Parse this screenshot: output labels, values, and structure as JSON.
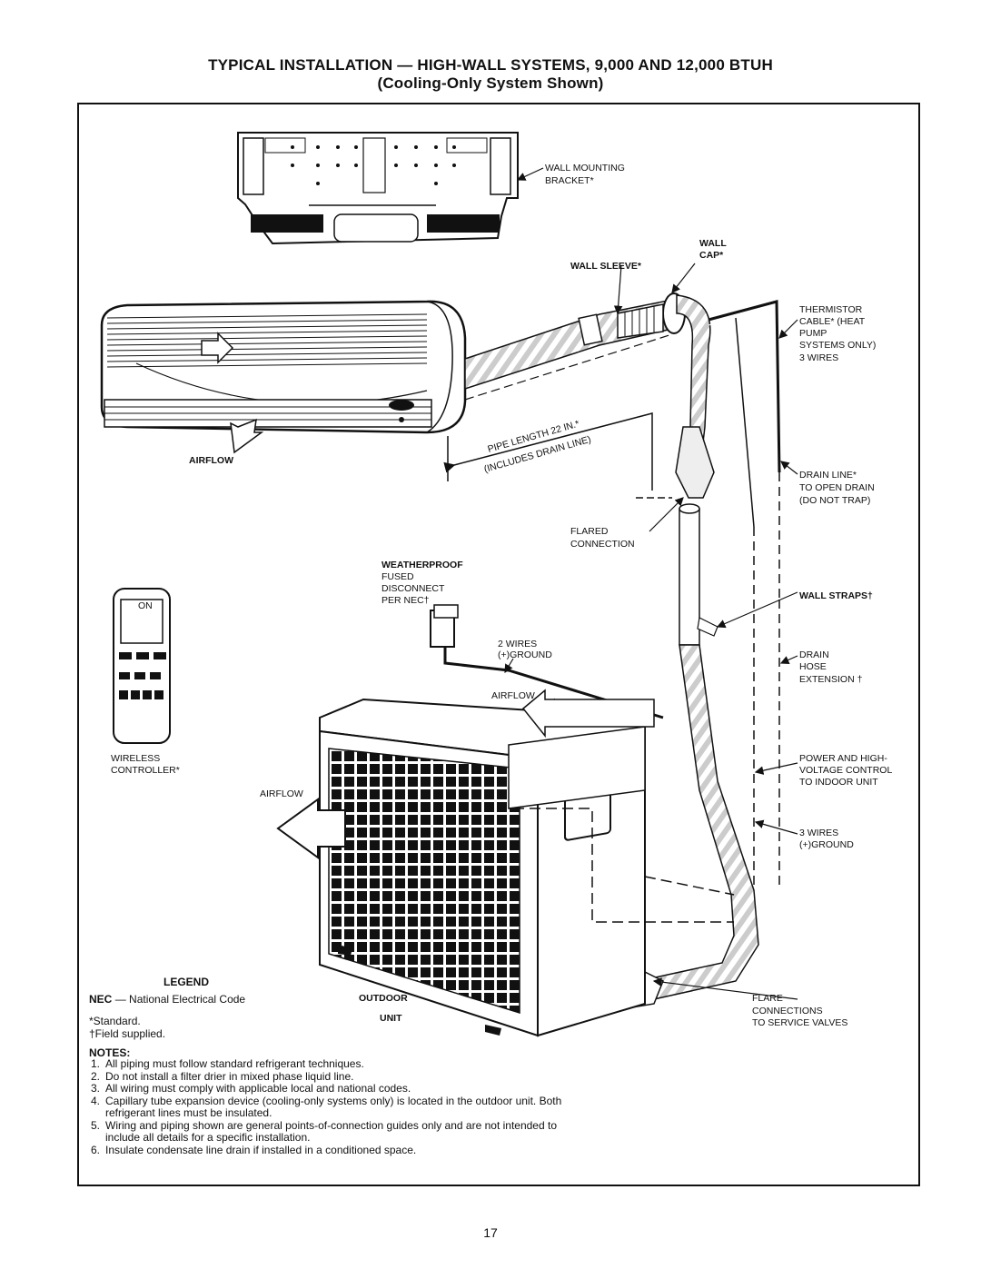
{
  "title": {
    "line1": "TYPICAL INSTALLATION — HIGH-WALL SYSTEMS, 9,000 AND 12,000 BTUH",
    "line2": "(Cooling-Only System Shown)"
  },
  "labels": {
    "wall_mounting_bracket": [
      "WALL MOUNTING",
      "BRACKET*"
    ],
    "wall_cap": [
      "WALL",
      "CAP*"
    ],
    "wall_sleeve": "WALL SLEEVE*",
    "thermistor": [
      "THERMISTOR",
      "CABLE* (HEAT",
      "PUMP",
      "SYSTEMS ONLY)",
      "3 WIRES"
    ],
    "airflow_indoor": "AIRFLOW",
    "pipe_length": [
      "PIPE LENGTH 22 IN.*",
      "(INCLUDES DRAIN LINE)"
    ],
    "drain_line": [
      "DRAIN LINE*",
      "TO OPEN DRAIN",
      "(DO NOT TRAP)"
    ],
    "flared_connection": [
      "FLARED",
      "CONNECTION"
    ],
    "disconnect": [
      "WEATHERPROOF",
      "FUSED",
      "DISCONNECT",
      "PER NEC†"
    ],
    "wall_straps": "WALL STRAPS†",
    "two_wires": [
      "2 WIRES",
      "(+)GROUND"
    ],
    "drain_hose": [
      "DRAIN",
      "HOSE",
      "EXTENSION †"
    ],
    "airflow_top": "AIRFLOW",
    "wireless_controller": [
      "WIRELESS",
      "CONTROLLER*"
    ],
    "power": [
      "POWER AND HIGH-",
      "VOLTAGE CONTROL",
      "TO INDOOR UNIT"
    ],
    "airflow_side": "AIRFLOW",
    "three_wires": [
      "3 WIRES",
      "(+)GROUND"
    ],
    "outdoor_unit": [
      "OUTDOOR",
      "UNIT"
    ],
    "flare_connections": [
      "FLARE",
      "CONNECTIONS",
      "TO SERVICE VALVES"
    ],
    "remote_on": "ON"
  },
  "legend": {
    "heading": "LEGEND",
    "abbr": "NEC",
    "dash": "—",
    "definition": "National Electrical Code",
    "standard": "*Standard.",
    "field": "†Field supplied."
  },
  "notes": {
    "heading": "NOTES:",
    "items": [
      {
        "num": "1.",
        "text": "All piping must follow standard refrigerant techniques."
      },
      {
        "num": "2.",
        "text": "Do not install a filter drier in mixed phase liquid line."
      },
      {
        "num": "3.",
        "text": "All wiring must comply with applicable local and national codes."
      },
      {
        "num": "4.",
        "text": "Capillary tube expansion device (cooling-only systems only) is located in the outdoor unit. Both refrigerant lines must be insulated."
      },
      {
        "num": "5.",
        "text": "Wiring and piping shown are general points-of-connection guides only and are not intended to include all details for a specific installation."
      },
      {
        "num": "6.",
        "text": "Insulate condensate line drain if installed in a conditioned space."
      }
    ]
  },
  "page_number": "17"
}
